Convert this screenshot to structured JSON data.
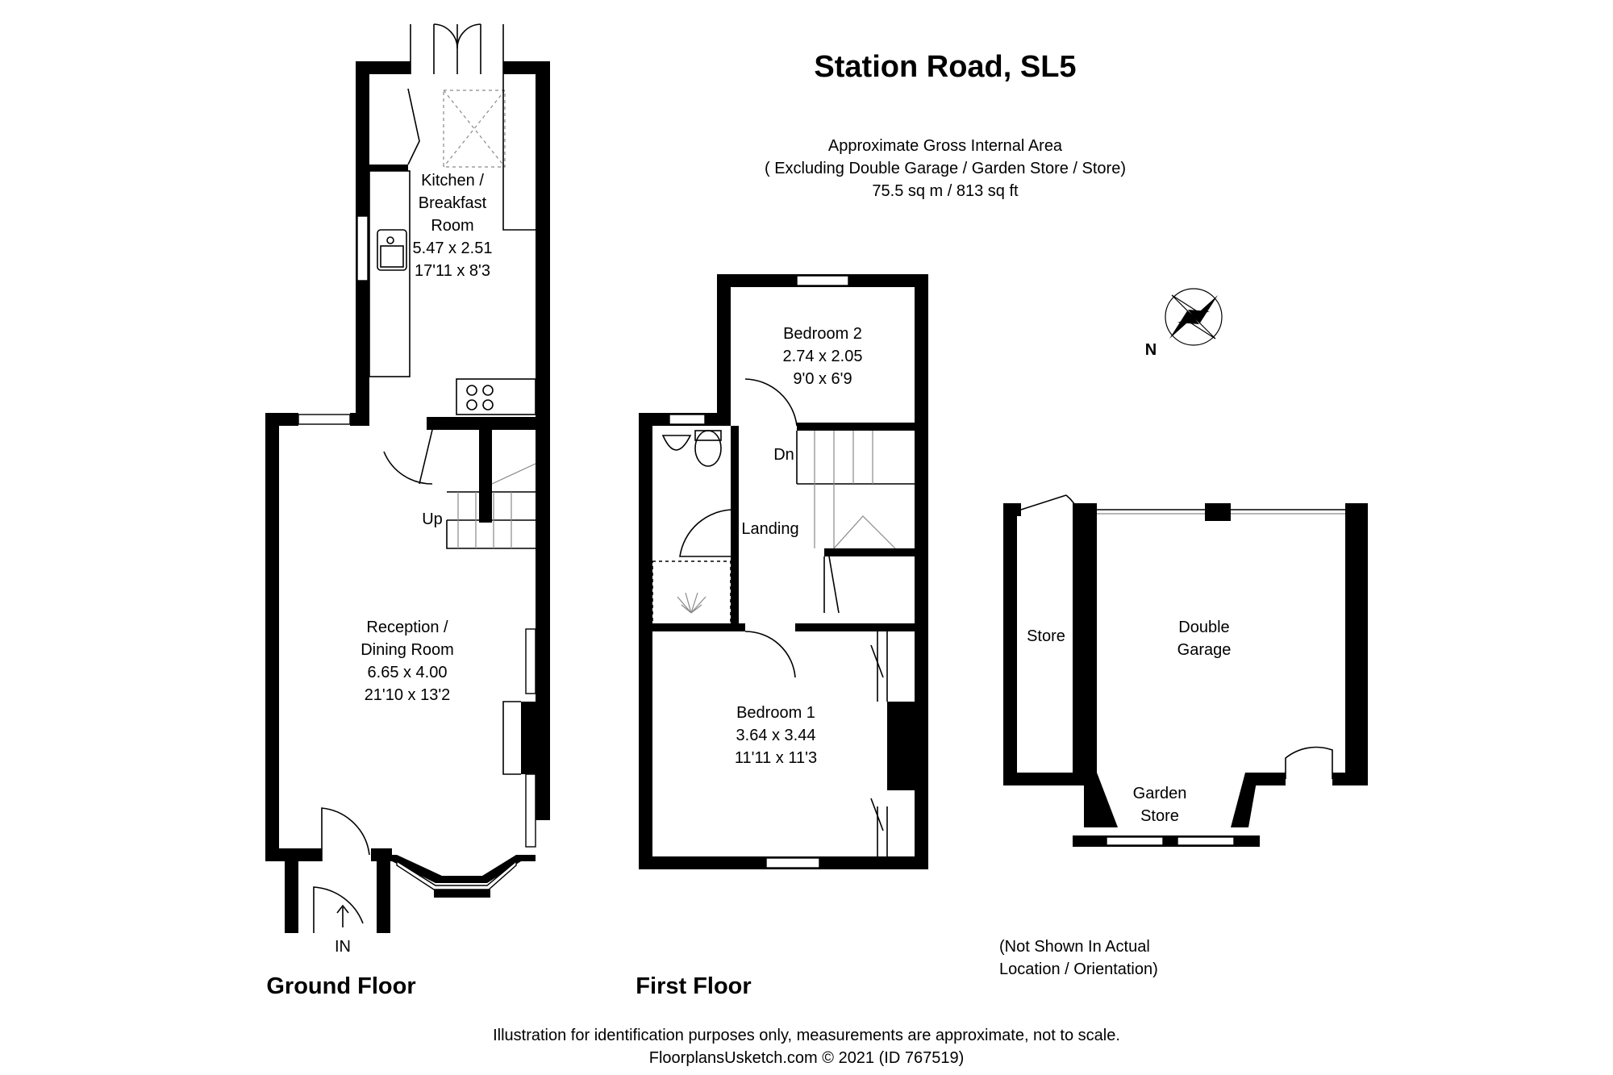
{
  "title": "Station Road, SL5",
  "area": {
    "line1": "Approximate Gross Internal Area",
    "line2": "( Excluding Double Garage / Garden Store / Store)",
    "line3": "75.5 sq m / 813 sq ft"
  },
  "ground_floor": {
    "label": "Ground Floor",
    "kitchen": {
      "name1": "Kitchen /",
      "name2": "Breakfast",
      "name3": "Room",
      "metric": "5.47 x 2.51",
      "imperial": "17'11 x 8'3"
    },
    "reception": {
      "name1": "Reception /",
      "name2": "Dining Room",
      "metric": "6.65 x 4.00",
      "imperial": "21'10 x 13'2"
    },
    "stairs_label": "Up",
    "entrance_label": "IN"
  },
  "first_floor": {
    "label": "First Floor",
    "bedroom2": {
      "name": "Bedroom 2",
      "metric": "2.74 x 2.05",
      "imperial": "9'0 x 6'9"
    },
    "bedroom1": {
      "name": "Bedroom 1",
      "metric": "3.64 x 3.44",
      "imperial": "11'11 x 11'3"
    },
    "landing": "Landing",
    "stairs_label": "Dn"
  },
  "outbuildings": {
    "store": "Store",
    "garage1": "Double",
    "garage2": "Garage",
    "garden_store1": "Garden",
    "garden_store2": "Store",
    "note1": "(Not Shown In Actual",
    "note2": "Location / Orientation)"
  },
  "compass_label": "N",
  "footer": {
    "line1": "Illustration for identification purposes only, measurements are approximate, not to scale.",
    "line2": "FloorplansUsketch.com © 2021 (ID 767519)"
  }
}
